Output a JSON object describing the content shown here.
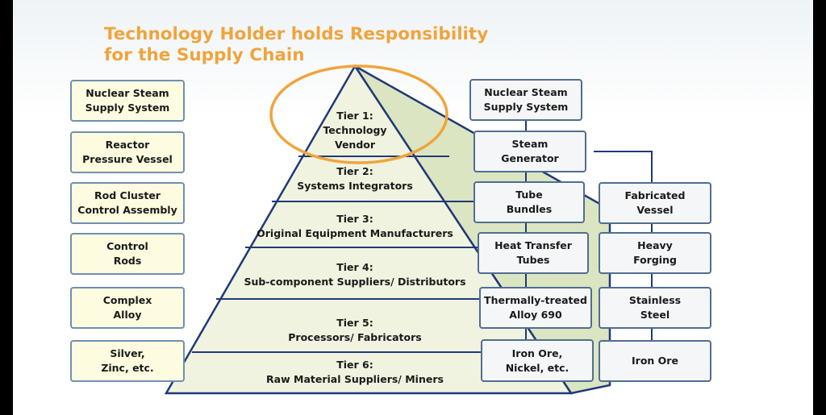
{
  "title": "Technology Holder holds Responsibility\nfor the Supply Chain",
  "colors": {
    "title": "#f0a43c",
    "highlight_ellipse": "#f0a43c",
    "pyramid_fill": "#f0f3df",
    "pyramid_shadow": "#dbe5c1",
    "pyramid_stroke": "#1f3a78",
    "left_box_fill": "#fdfce0",
    "left_box_border": "#6f8fb2",
    "right_box_fill": "#f5f6f8",
    "right_box_border": "#4f6e92"
  },
  "pyramid": {
    "tiers": [
      "Tier 1:\nTechnology\nVendor",
      "Tier 2:\nSystems Integrators",
      "Tier 3:\nOriginal Equipment Manufacturers",
      "Tier 4:\nSub-component Suppliers/ Distributors",
      "Tier 5:\nProcessors/ Fabricators",
      "Tier 6:\nRaw Material Suppliers/ Miners"
    ]
  },
  "left_chain": [
    "Nuclear Steam\nSupply System",
    "Reactor\nPressure Vessel",
    "Rod Cluster\nControl Assembly",
    "Control\nRods",
    "Complex\nAlloy",
    "Silver,\nZinc, etc."
  ],
  "right_chain_main": [
    "Nuclear Steam\nSupply System",
    "Steam\nGenerator",
    "Tube\nBundles",
    "Heat Transfer\nTubes",
    "Thermally-treated\nAlloy 690",
    "Iron Ore,\nNickel, etc."
  ],
  "right_chain_branch": [
    "Fabricated\nVessel",
    "Heavy\nForging",
    "Stainless\nSteel",
    "Iron Ore"
  ]
}
